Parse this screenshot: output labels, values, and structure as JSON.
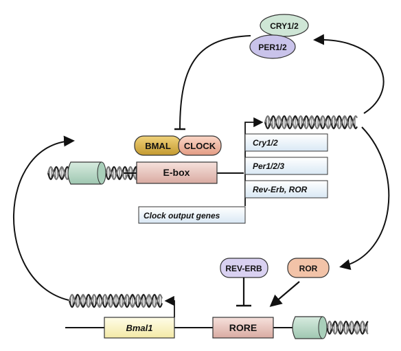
{
  "proteins": {
    "cry": "CRY1/2",
    "per": "PER1/2",
    "bmal": "BMAL",
    "clock": "CLOCK",
    "rev_erb": "REV-ERB",
    "ror": "ROR"
  },
  "elements": {
    "ebox": "E-box",
    "rore": "RORE",
    "bmal1_gene": "Bmal1"
  },
  "target_genes": [
    "Cry1/2",
    "Per1/2/3",
    "Rev-Erb, ROR",
    "Clock output genes"
  ],
  "colors": {
    "cry_fill": "#cfe6d6",
    "per_fill": "#c9c3ea",
    "bmal_fill": "#d8b24e",
    "clock_fill": "#f0b9a4",
    "rev_erb_fill": "#d9d1f1",
    "ror_fill": "#f2c3a8",
    "box_fill": "#eef5fb",
    "ebox_fill": "#e8c9c3",
    "bmal1_fill": "#fbf6cf",
    "nucleosome_fill": "#bfdccc"
  }
}
